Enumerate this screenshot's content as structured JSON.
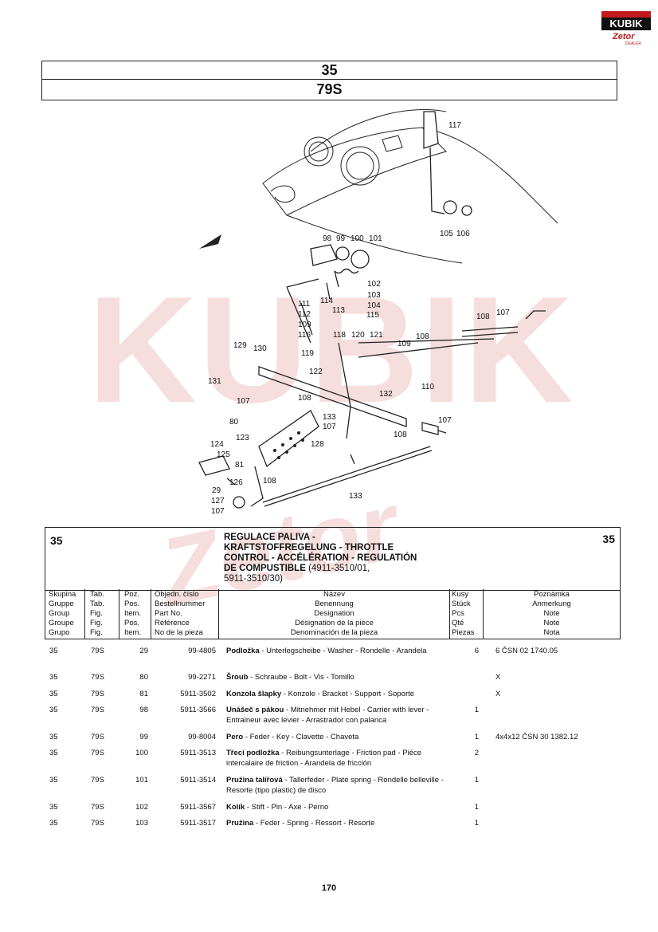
{
  "logo": {
    "brand": "KUBIK",
    "sub": "Zetor",
    "tag": "DEALER"
  },
  "watermark": {
    "text": "KUBIK",
    "sub": "Zetor"
  },
  "header": {
    "group": "35",
    "table": "79S"
  },
  "diagram_labels": [
    "117",
    "105",
    "106",
    "98",
    "99",
    "100",
    "101",
    "102",
    "103",
    "104",
    "115",
    "114",
    "113",
    "111",
    "112",
    "109",
    "116",
    "118",
    "120",
    "121",
    "119",
    "122",
    "129",
    "130",
    "131",
    "107",
    "108",
    "132",
    "109",
    "110",
    "108",
    "108",
    "107",
    "80",
    "123",
    "128",
    "124",
    "125",
    "81",
    "126",
    "29",
    "127",
    "107",
    "108",
    "107",
    "108",
    "107",
    "133"
  ],
  "section": {
    "group_left": "35",
    "group_right": "35",
    "title_lines": [
      "REGULACE PALIVA -",
      "KRAFTSTOFFREGELUNG - THROTTLE",
      "CONTROL - ACCÉLÉRATION - REGULATIÓN"
    ],
    "title_last": "DE COMPUSTIBLE",
    "codes_a": " (4911-3510/01,",
    "codes_b": "5911-3510/30)"
  },
  "columns": {
    "c1": [
      "Skupina",
      "Gruppe",
      "Group",
      "Groupe",
      "Grupo"
    ],
    "c2": [
      "Tab.",
      "Tab.",
      "Fig.",
      "Fig.",
      "Fig."
    ],
    "c3": [
      "Poz.",
      "Pos.",
      "Item.",
      "Pos.",
      "Item."
    ],
    "c4": [
      "Objedn. číslo",
      "Bestellnummer",
      "Part No.",
      "Référence",
      "No de la pieza"
    ],
    "c5": [
      "Název",
      "Benennung",
      "Designation",
      "Désignation de la pièce",
      "Denominación de la pieza"
    ],
    "c6": [
      "Kusy",
      "Stück",
      "Pcs",
      "Qté",
      "Piezas"
    ],
    "c7": [
      "Poznámka",
      "Anmerkung",
      "Note",
      "Note",
      "Nota"
    ]
  },
  "rows": [
    {
      "g": "35",
      "t": "79S",
      "p": "29",
      "pn": "99-4805",
      "bold": "Podložka",
      "rest": " - Unterlegscheibe - Washer - Rondelle - Arandela",
      "q": "6",
      "note": "6 ČSN 02 1740.05"
    },
    {
      "g": "35",
      "t": "79S",
      "p": "80",
      "pn": "99-2271",
      "bold": "Šroub",
      "rest": " - Schraube - Bolt - Vis - Tomillo",
      "q": "",
      "note": "X"
    },
    {
      "g": "35",
      "t": "79S",
      "p": "81",
      "pn": "5911-3502",
      "bold": "Konzola šlapky",
      "rest": " - Konzole - Bracket - Support - Soporte",
      "q": "",
      "note": "X"
    },
    {
      "g": "35",
      "t": "79S",
      "p": "98",
      "pn": "5911-3566",
      "bold": "Unášeč s pákou",
      "rest": "  - Mitnehmer mit Hebel - Carrier with lever - Entraineur avec levier - Arrastrador con palanca",
      "q": "1",
      "note": ""
    },
    {
      "g": "35",
      "t": "79S",
      "p": "99",
      "pn": "99-8004",
      "bold": "Pero",
      "rest": " - Feder - Key - Clavette - Chaveta",
      "q": "1",
      "note": "4x4x12 ČSN 30 1382.12"
    },
    {
      "g": "35",
      "t": "79S",
      "p": "100",
      "pn": "5911-3513",
      "bold": "Třecí podložka",
      "rest": " - Reibungsunterlage - Friction pad - Pièce intercalaire de friction - Arandela de fricción",
      "q": "2",
      "note": ""
    },
    {
      "g": "35",
      "t": "79S",
      "p": "101",
      "pn": "5911-3514",
      "bold": "Pružina talířová",
      "rest": " - Tallerfeder - Plate spring - Rondelle belleville - Resorte (tipo plastic) de disco",
      "q": "1",
      "note": ""
    },
    {
      "g": "35",
      "t": "79S",
      "p": "102",
      "pn": "5911-3567",
      "bold": "Kolík",
      "rest": " - Stift - Pin - Axe - Perno",
      "q": "1",
      "note": ""
    },
    {
      "g": "35",
      "t": "79S",
      "p": "103",
      "pn": "5911-3517",
      "bold": "Pružina",
      "rest": " - Feder - Spring - Ressort - Resorte",
      "q": "1",
      "note": ""
    }
  ],
  "footer": {
    "page": "170"
  }
}
